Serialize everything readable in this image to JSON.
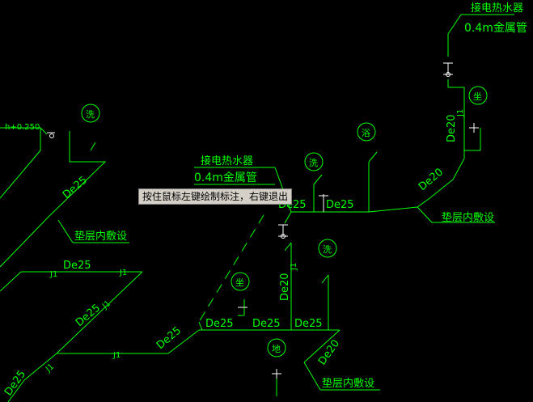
{
  "drawing": {
    "colors": {
      "background": "#000000",
      "pipe": "#00ff00",
      "symbol": "#ffffff"
    },
    "labels": {
      "heater_title_top": "接电热水器",
      "heater_sub_top": "0.4m金属管",
      "heater_title_mid": "接电热水器",
      "heater_sub_mid": "0.4m金属管",
      "elevation": "h+0.250",
      "pipe_de25": "De25",
      "pipe_de20": "De20",
      "pipe_j1": "J1",
      "embed_note": "垫层内敷设",
      "fixture_basin": "洗",
      "fixture_toilet": "坐",
      "fixture_shower": "浴",
      "fixture_floor_drain": "地"
    }
  },
  "tooltip": {
    "text": "按住鼠标左键绘制标注，右键退出"
  }
}
